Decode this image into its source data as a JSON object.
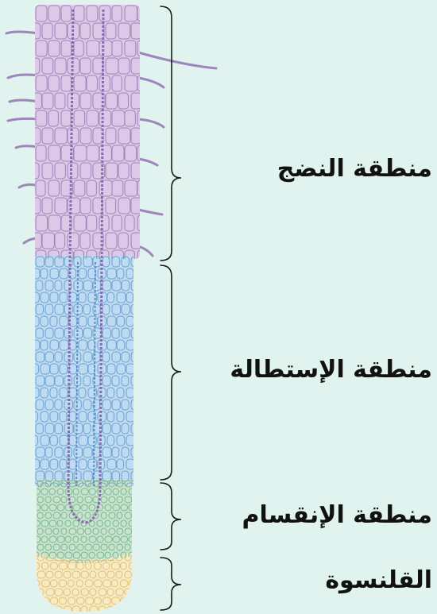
{
  "zones": [
    {
      "key": "maturation",
      "label": "منطقة النضج"
    },
    {
      "key": "elongation",
      "label": "منطقة الإستطالة"
    },
    {
      "key": "division",
      "label": "منطقة الإنقسام"
    },
    {
      "key": "cap",
      "label": "القلنسوة"
    }
  ],
  "colors": {
    "background": "#e0f3ee",
    "maturation": "#ddc8e8",
    "elongation": "#bddcf3",
    "division": "#c8e3cb",
    "cap": "#f6ebc3",
    "cell_line_maturation": "#9d86ba",
    "cell_line_elongation": "#6e9fcf",
    "cell_line_division": "#79b594",
    "cell_line_cap": "#e2bf77",
    "vascular": "#8c6ab0",
    "brace": "#1a1a1a"
  },
  "icons": [
    "root-hair-icon",
    "curly-brace-icon"
  ]
}
